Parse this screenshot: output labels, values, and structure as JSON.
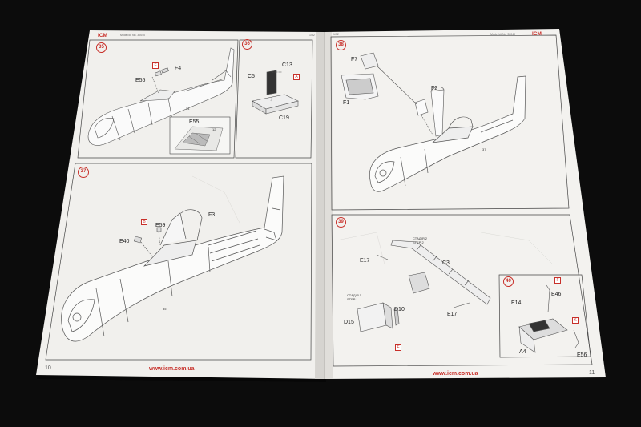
{
  "header": {
    "brand_left": "ICM",
    "brand_right": "ICM",
    "kit_left": "Model kit No. 32040",
    "kit_right": "Model kit No. 32040",
    "scale_left": "1/32",
    "scale_right": "1/32"
  },
  "footer": {
    "url_left": "www.icm.com.ua",
    "url_right": "www.icm.com.ua",
    "page_left": "10",
    "page_right": "11"
  },
  "steps": {
    "s35": {
      "number": "35",
      "parts": [
        "F",
        "F4",
        "E55",
        "E55"
      ],
      "refs": [
        "34",
        "12"
      ]
    },
    "s36": {
      "number": "36",
      "parts": [
        "C13",
        "C5",
        "A",
        "C19"
      ]
    },
    "s37": {
      "number": "37",
      "parts": [
        "B",
        "E59",
        "F3",
        "E40"
      ],
      "refs": [
        "35"
      ]
    },
    "s38": {
      "number": "38",
      "parts": [
        "F7",
        "F1",
        "F2"
      ],
      "refs": [
        "37"
      ]
    },
    "s39": {
      "number": "39",
      "parts": [
        "E17",
        "C3",
        "D10",
        "D15",
        "F",
        "E17"
      ],
      "stage2": "СТАДІЯ 2",
      "step2": "STEP 2",
      "stage1": "СТАДІЯ 1",
      "step1": "STEP 1"
    },
    "s40": {
      "number": "40",
      "parts": [
        "F",
        "E14",
        "E46",
        "K",
        "A4",
        "E56"
      ]
    }
  }
}
